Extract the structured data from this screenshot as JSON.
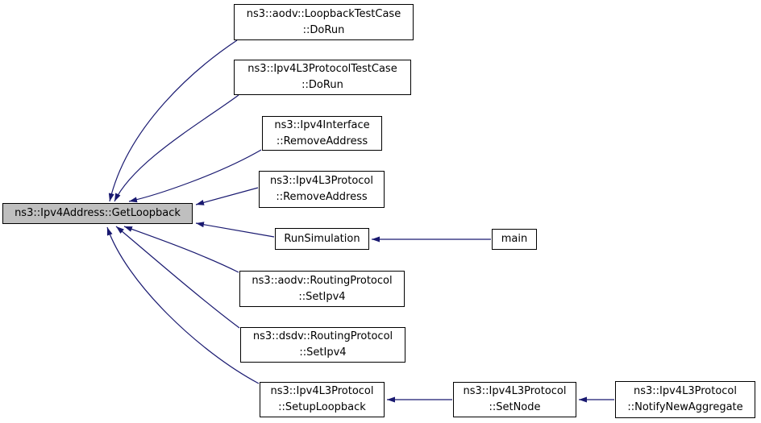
{
  "diagram": {
    "type": "caller-graph",
    "colors": {
      "edge": "#191970",
      "highlight_fill": "#bfbfbf",
      "node_fill": "#ffffff",
      "border": "#000000"
    },
    "nodes": {
      "get_loopback": {
        "label": "ns3::Ipv4Address::GetLoopback",
        "highlighted": true
      },
      "aodv_loopback_testcase_do_run": {
        "label": "ns3::aodv::LoopbackTestCase\n::DoRun"
      },
      "ipv4l3_protocol_testcase_do_run": {
        "label": "ns3::Ipv4L3ProtocolTestCase\n::DoRun"
      },
      "ipv4_interface_remove_address": {
        "label": "ns3::Ipv4Interface\n::RemoveAddress"
      },
      "ipv4l3_protocol_remove_address": {
        "label": "ns3::Ipv4L3Protocol\n::RemoveAddress"
      },
      "run_simulation": {
        "label": "RunSimulation"
      },
      "main": {
        "label": "main"
      },
      "aodv_routing_protocol_set_ipv4": {
        "label": "ns3::aodv::RoutingProtocol\n::SetIpv4"
      },
      "dsdv_routing_protocol_set_ipv4": {
        "label": "ns3::dsdv::RoutingProtocol\n::SetIpv4"
      },
      "ipv4l3_protocol_setup_loopback": {
        "label": "ns3::Ipv4L3Protocol\n::SetupLoopback"
      },
      "ipv4l3_protocol_set_node": {
        "label": "ns3::Ipv4L3Protocol\n::SetNode"
      },
      "ipv4l3_protocol_notify_new_aggregate": {
        "label": "ns3::Ipv4L3Protocol\n::NotifyNewAggregate"
      }
    },
    "edges": [
      {
        "from": "aodv_loopback_testcase_do_run",
        "to": "get_loopback"
      },
      {
        "from": "ipv4l3_protocol_testcase_do_run",
        "to": "get_loopback"
      },
      {
        "from": "ipv4_interface_remove_address",
        "to": "get_loopback"
      },
      {
        "from": "ipv4l3_protocol_remove_address",
        "to": "get_loopback"
      },
      {
        "from": "run_simulation",
        "to": "get_loopback"
      },
      {
        "from": "main",
        "to": "run_simulation"
      },
      {
        "from": "aodv_routing_protocol_set_ipv4",
        "to": "get_loopback"
      },
      {
        "from": "dsdv_routing_protocol_set_ipv4",
        "to": "get_loopback"
      },
      {
        "from": "ipv4l3_protocol_setup_loopback",
        "to": "get_loopback"
      },
      {
        "from": "ipv4l3_protocol_set_node",
        "to": "ipv4l3_protocol_setup_loopback"
      },
      {
        "from": "ipv4l3_protocol_notify_new_aggregate",
        "to": "ipv4l3_protocol_set_node"
      }
    ]
  }
}
